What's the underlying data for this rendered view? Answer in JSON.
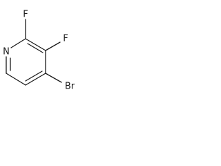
{
  "molecule": {
    "atoms": {
      "n1": "N",
      "f2": "F",
      "f3": "F",
      "br4": "Br"
    }
  }
}
